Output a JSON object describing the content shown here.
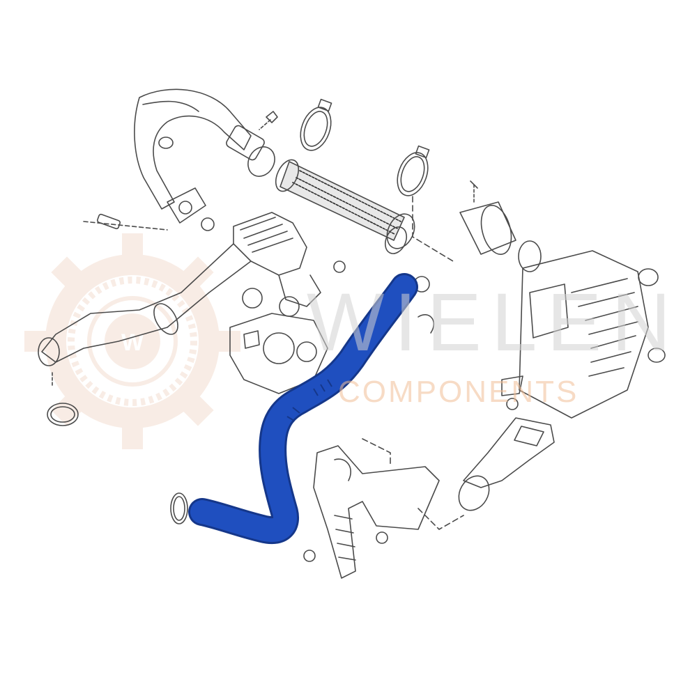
{
  "watermark": {
    "brand": "WIELEN",
    "subtitle": "COMPONENTS",
    "logo_letter": "W",
    "gear_color": "#f3ddd0"
  },
  "colors": {
    "line": "#4a4a4a",
    "highlight_hose": "#1f4fbf",
    "highlight_hose_edge": "#15378a",
    "background": "#ffffff"
  },
  "parts": {
    "highlighted": "intercooler-outlet-hose",
    "icons": [
      "turbo-air-duct",
      "hose-clamp",
      "corrugated-hose",
      "intercooler",
      "throttle-body",
      "bracket",
      "bolt",
      "o-ring"
    ]
  }
}
